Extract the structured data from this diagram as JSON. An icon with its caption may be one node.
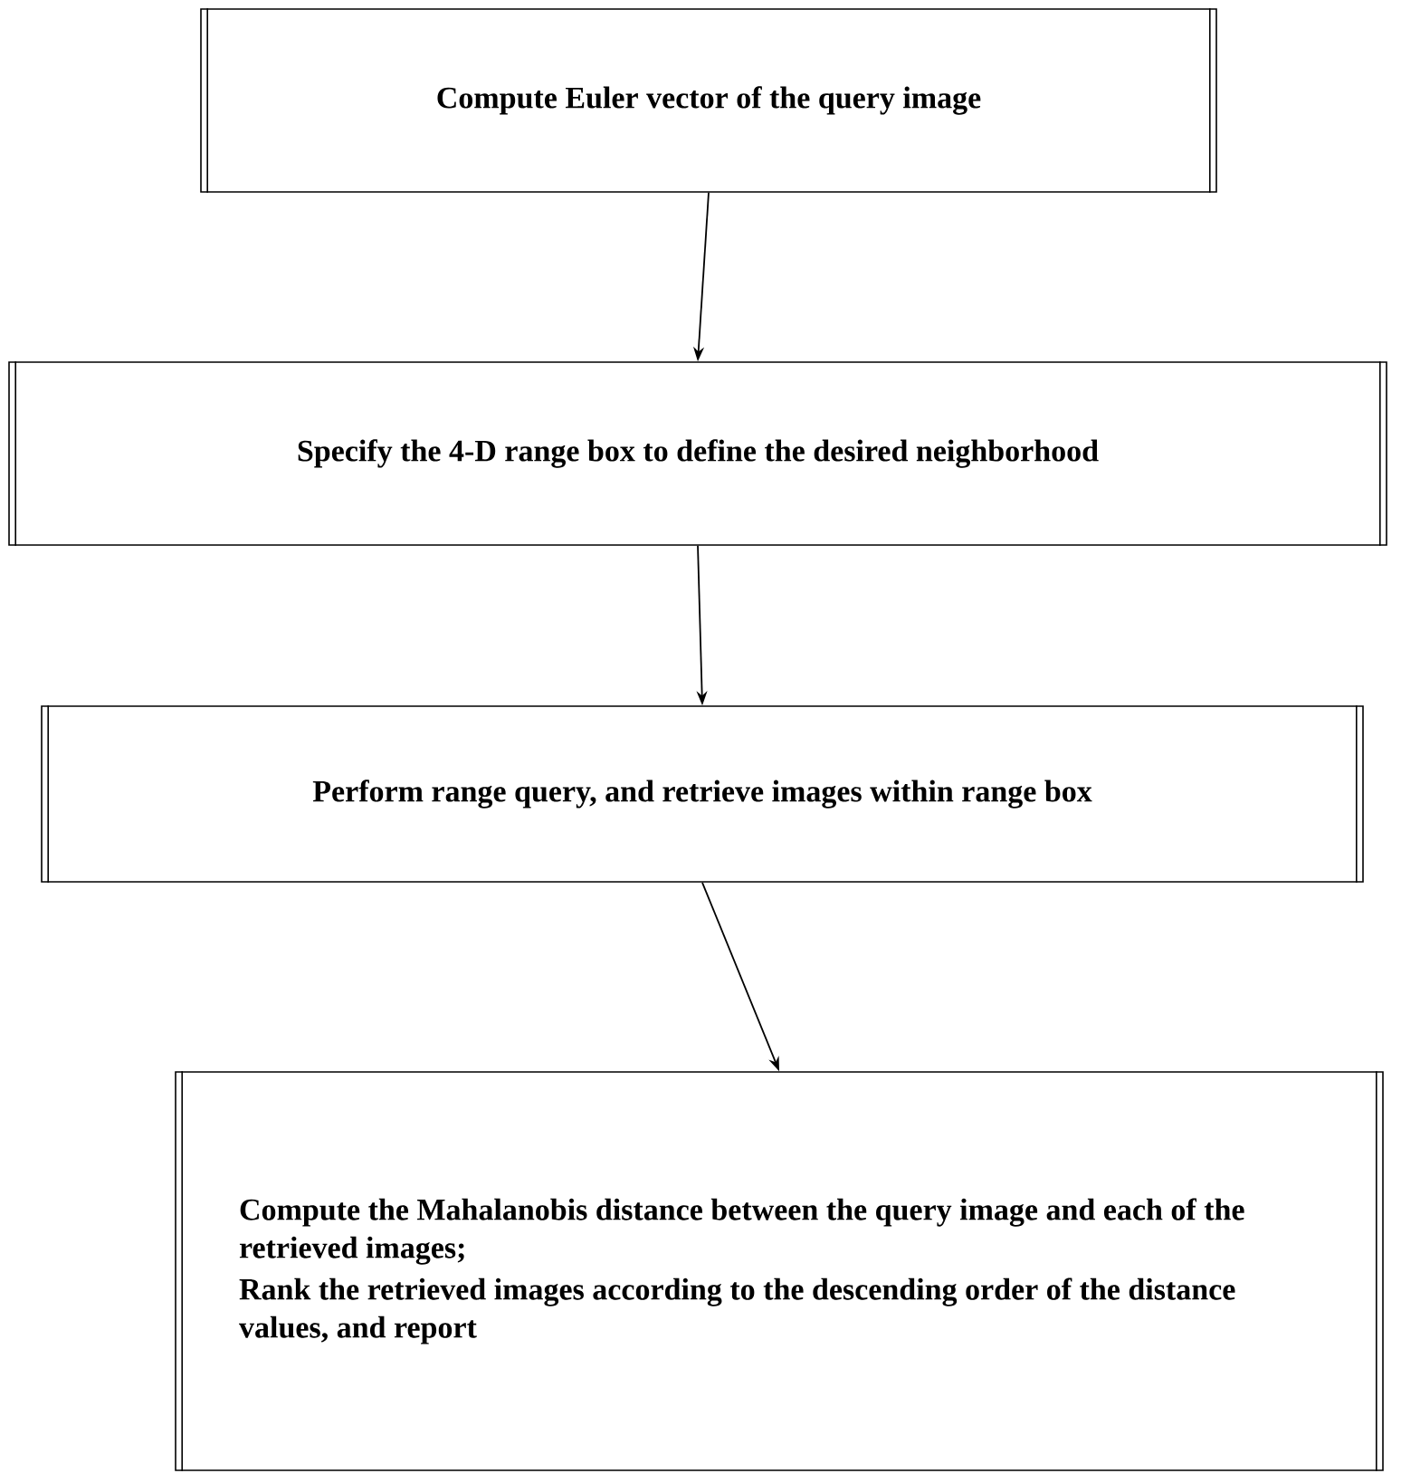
{
  "diagram": {
    "nodes": [
      {
        "text": [
          "Compute Euler vector of the query image"
        ]
      },
      {
        "text": [
          "Specify the 4-D range box to define the desired neighborhood"
        ]
      },
      {
        "text": [
          "Perform range query, and retrieve images within range box"
        ]
      },
      {
        "text": [
          "Compute the Mahalanobis distance between the query image and each of the retrieved images;",
          "Rank the retrieved images according to the descending order of the distance values, and report"
        ]
      }
    ],
    "edges": [
      {
        "from": 0,
        "to": 1,
        "arrow": "to"
      },
      {
        "from": 1,
        "to": 2,
        "arrow": "to"
      },
      {
        "from": 2,
        "to": 3,
        "arrow": "to"
      }
    ]
  }
}
